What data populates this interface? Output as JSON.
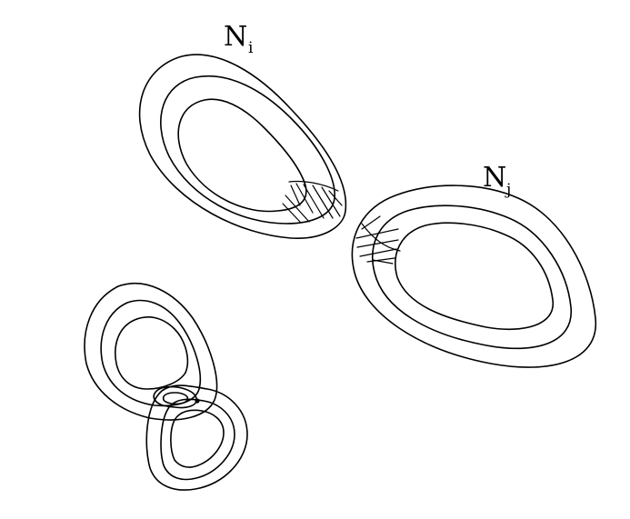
{
  "labels": {
    "ni": {
      "main": "N",
      "sub": "i"
    },
    "nj": {
      "main": "N",
      "sub": "j"
    }
  },
  "colors": {
    "ink": "#000000",
    "background": "#ffffff"
  }
}
